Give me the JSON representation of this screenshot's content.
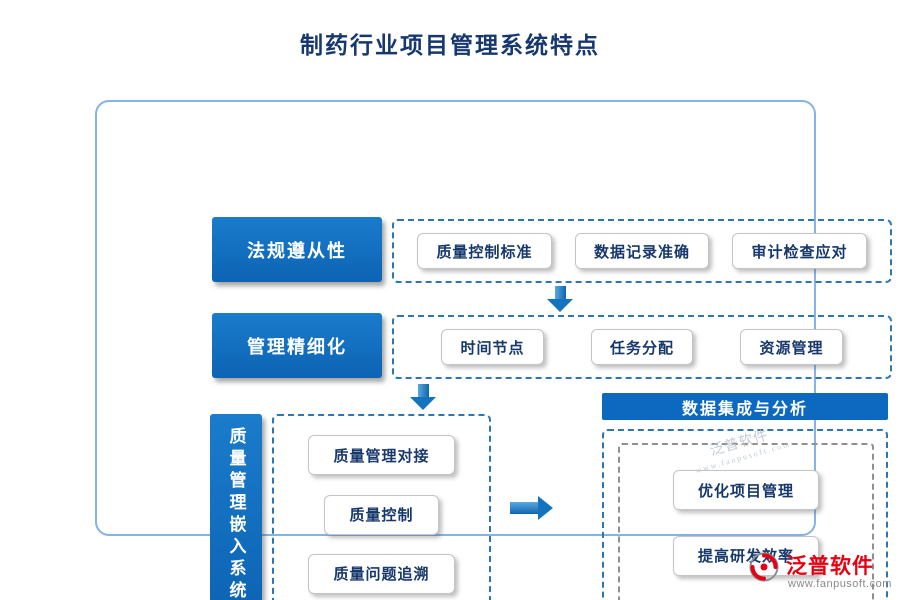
{
  "title": "制药行业项目管理系统特点",
  "colors": {
    "primary_blue": "#0d68c0",
    "title_navy": "#16386f",
    "node_text": "#17386b",
    "dashed_border_blue": "#2e75b6",
    "dashed_border_gray": "#909090",
    "outer_border": "#85b3e4",
    "brand_red": "#e60012"
  },
  "rows": [
    {
      "label": "法规遵从性",
      "items": [
        "质量控制标准",
        "数据记录准确",
        "审计检查应对"
      ]
    },
    {
      "label": "管理精细化",
      "items": [
        "时间节点",
        "任务分配",
        "资源管理"
      ]
    }
  ],
  "quality": {
    "label": "质量管理嵌入系统",
    "items": [
      "质量管理对接",
      "质量控制",
      "质量问题追溯"
    ]
  },
  "data_integration": {
    "header": "数据集成与分析",
    "items": [
      "优化项目管理",
      "提高研发效率"
    ]
  },
  "watermark": {
    "text": "泛普软件",
    "sub": "www.fanpusoft.com"
  },
  "footer": {
    "brand": "泛普软件",
    "url": "www.fanpusoft.com"
  }
}
